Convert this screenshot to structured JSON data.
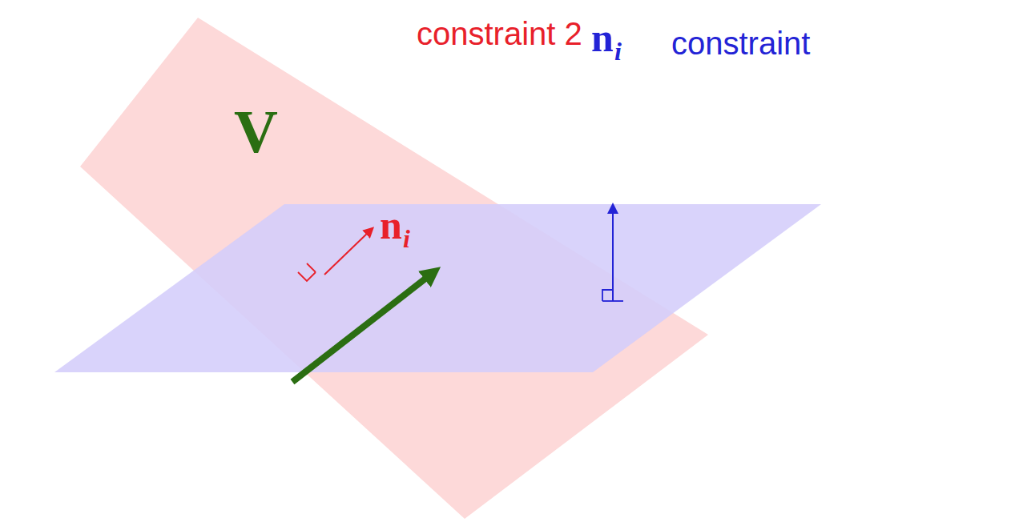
{
  "diagram": {
    "labels": [
      "constraint 2",
      "n",
      "i",
      "V",
      "n",
      "i",
      "constraint"
    ]
  }
}
